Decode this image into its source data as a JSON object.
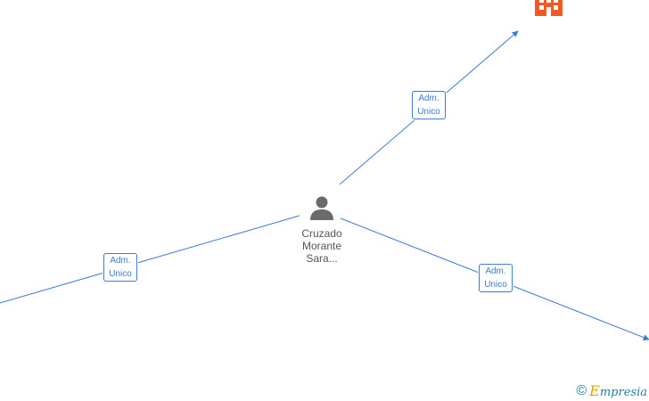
{
  "diagram": {
    "center_person": {
      "name_lines": [
        "Cruzado",
        "Morante",
        "Sara..."
      ],
      "icon": "person-icon"
    },
    "company_icon": "building-icon",
    "edge_labels": [
      {
        "line1": "Adm.",
        "line2": "Unico"
      },
      {
        "line1": "Adm.",
        "line2": "Unico"
      },
      {
        "line1": "Adm.",
        "line2": "Unico"
      }
    ],
    "colors": {
      "edge": "#3a7bd5",
      "person": "#6b6b6b",
      "company": "#f15a24"
    }
  },
  "footer": {
    "copyright_symbol": "©",
    "brand_initial": "E",
    "brand_rest": "mpresia"
  }
}
